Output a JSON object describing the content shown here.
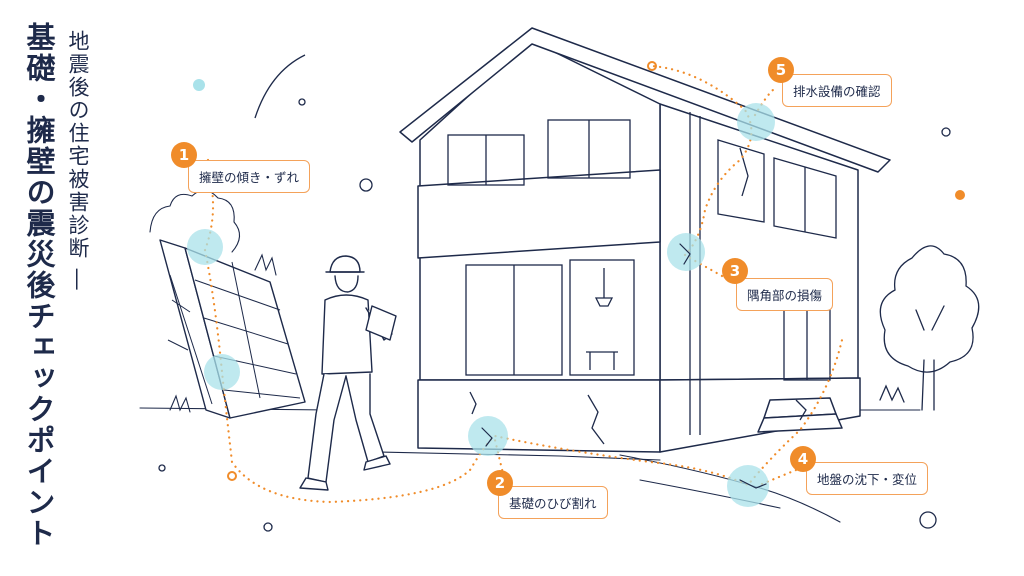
{
  "title": {
    "main": "基礎・擁壁の震災後チェックポイント",
    "sub": "地震後の住宅被害診断 ―"
  },
  "checkpoints": [
    {
      "number": "1",
      "label": "擁壁の傾き・ずれ"
    },
    {
      "number": "2",
      "label": "基礎のひび割れ"
    },
    {
      "number": "3",
      "label": "隅角部の損傷"
    },
    {
      "number": "4",
      "label": "地盤の沈下・変位"
    },
    {
      "number": "5",
      "label": "排水設備の確認"
    }
  ],
  "colors": {
    "accent": "#f08c2a",
    "line": "#1e2a4a",
    "highlight": "#a9e2ea"
  }
}
